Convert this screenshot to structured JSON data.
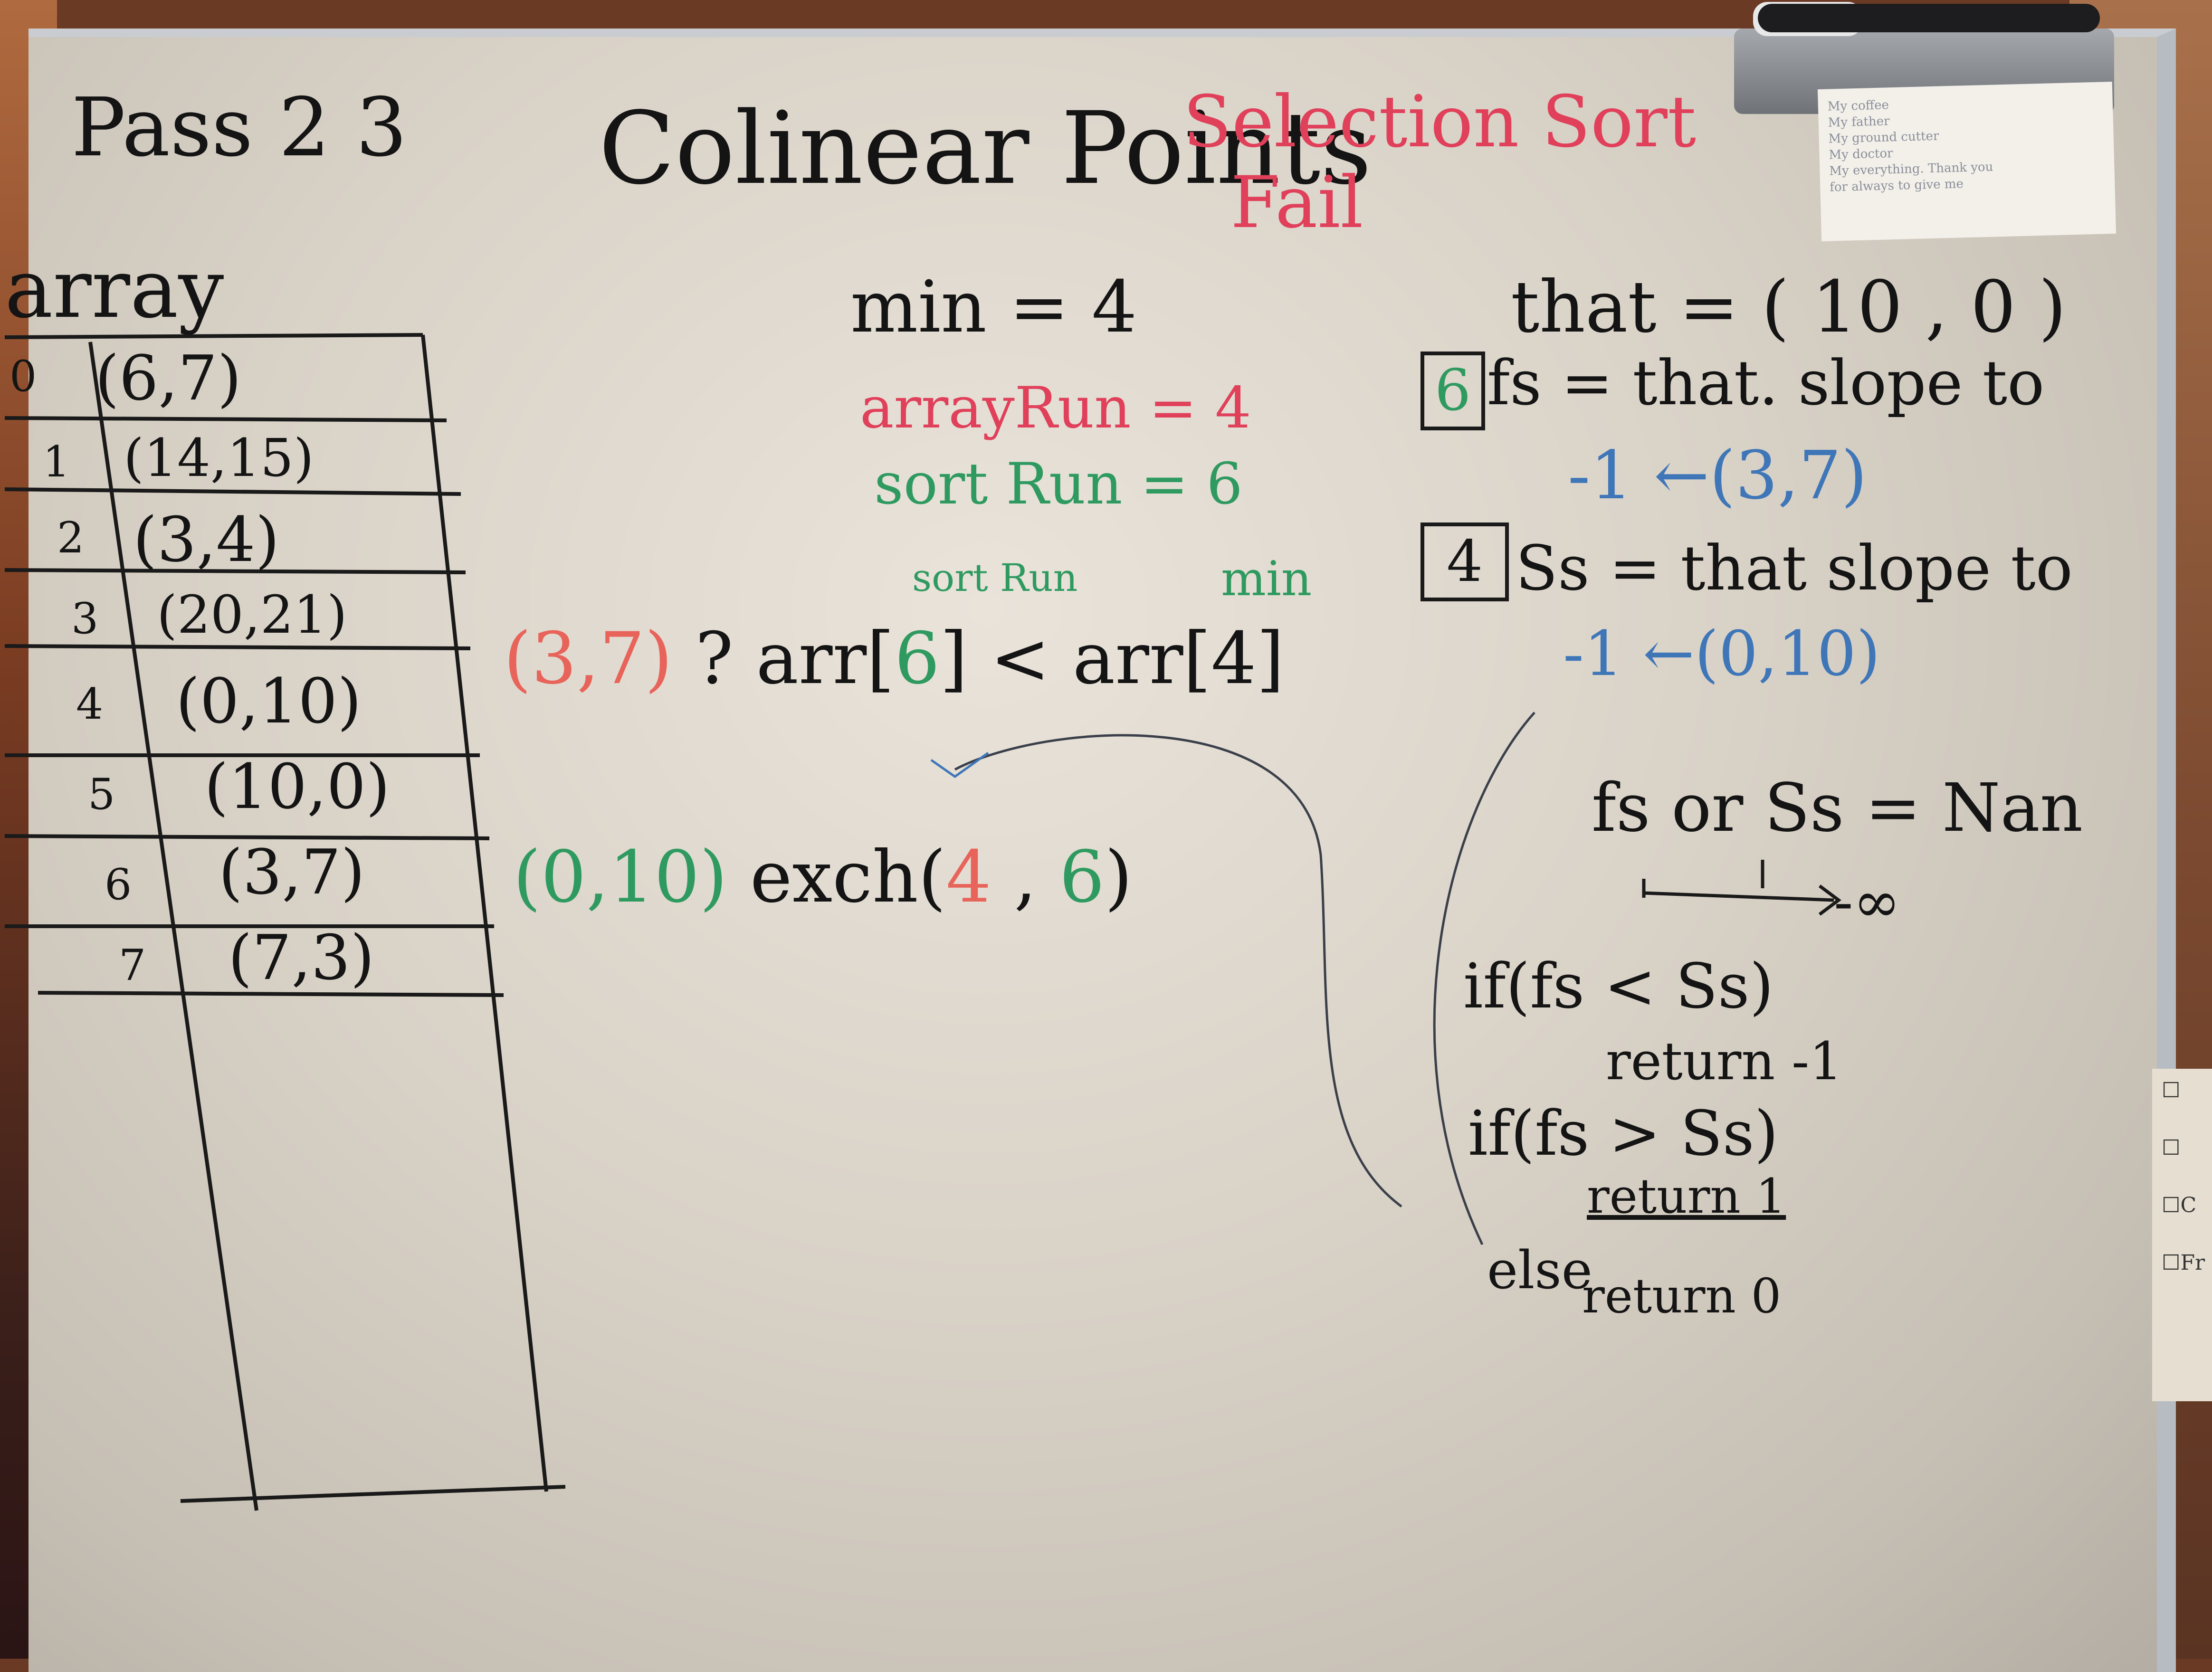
{
  "board": {
    "pass": "Pass 2 3",
    "title": "Colinear Points",
    "subtitle_red_1": "Selection Sort",
    "subtitle_red_2": "Fail",
    "array_label": "array",
    "array": [
      {
        "index": "0",
        "value": "(6,7)"
      },
      {
        "index": "1",
        "value": "(14,15)"
      },
      {
        "index": "2",
        "value": "(3,4)"
      },
      {
        "index": "3",
        "value": "(20,21)"
      },
      {
        "index": "4",
        "value": "(0,10)"
      },
      {
        "index": "5",
        "value": "(10,0)"
      },
      {
        "index": "6",
        "value": "(3,7)"
      },
      {
        "index": "7",
        "value": "(7,3)"
      }
    ],
    "min_line": "min = 4",
    "array_run": "arrayRun = 4",
    "sort_run": "sort Run = 6",
    "sort_run_small": "sort Run",
    "min_small": "min",
    "compare_left_red": "(3,7)",
    "compare_question": "?",
    "compare_arr1": "arr[",
    "compare_idx1": "6",
    "compare_mid": "] < arr[",
    "compare_idx2": "4",
    "compare_end": "]",
    "exch_left_green": "(0,10)",
    "exch_prefix": "exch(",
    "exch_a": "4",
    "exch_comma": " , ",
    "exch_b": "6",
    "exch_suffix": ")",
    "that_line": "that = ( 10 , 0 )",
    "fs_box": "6",
    "fs_line": "fs = that. slope to",
    "fs_result": "-1  ←(3,7)",
    "ss_box": "4",
    "ss_line": "Ss = that slope to",
    "ss_result": "-1  ←(0,10)",
    "nan_line": "fs or Ss = Nan",
    "neg_inf": "-∞",
    "code_if1": "if(fs < Ss)",
    "code_ret1": "return -1",
    "code_if2": "if(fs > Ss)",
    "code_ret2": "return 1",
    "code_else": "else",
    "code_ret0": "return 0"
  },
  "note": {
    "lines": [
      "My coffee",
      "My father",
      "My ground cutter",
      "My doctor",
      "My everything. Thank you",
      "for always to give me"
    ]
  },
  "sticker": {
    "lines": [
      "☐",
      "☐",
      "☐C",
      "☐Fr"
    ]
  }
}
